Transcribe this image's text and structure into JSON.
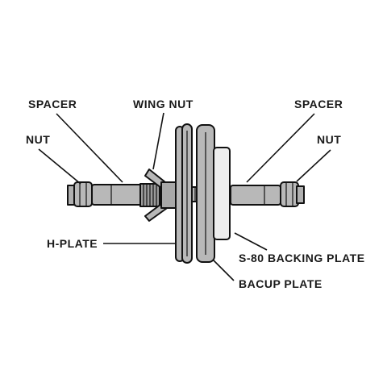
{
  "labels": {
    "spacer_left": "SPACER",
    "wing_nut": "WING NUT",
    "spacer_right": "SPACER",
    "nut_left": "NUT",
    "nut_right": "NUT",
    "h_plate": "H-PLATE",
    "s80_backing_plate": "S-80 BACKING PLATE",
    "bacup_plate": "BACUP PLATE"
  },
  "colors": {
    "metal": "#b8b8b8",
    "metal_dark": "#9a9a9a",
    "plate_light": "#eeeeee",
    "outline": "#111111"
  }
}
